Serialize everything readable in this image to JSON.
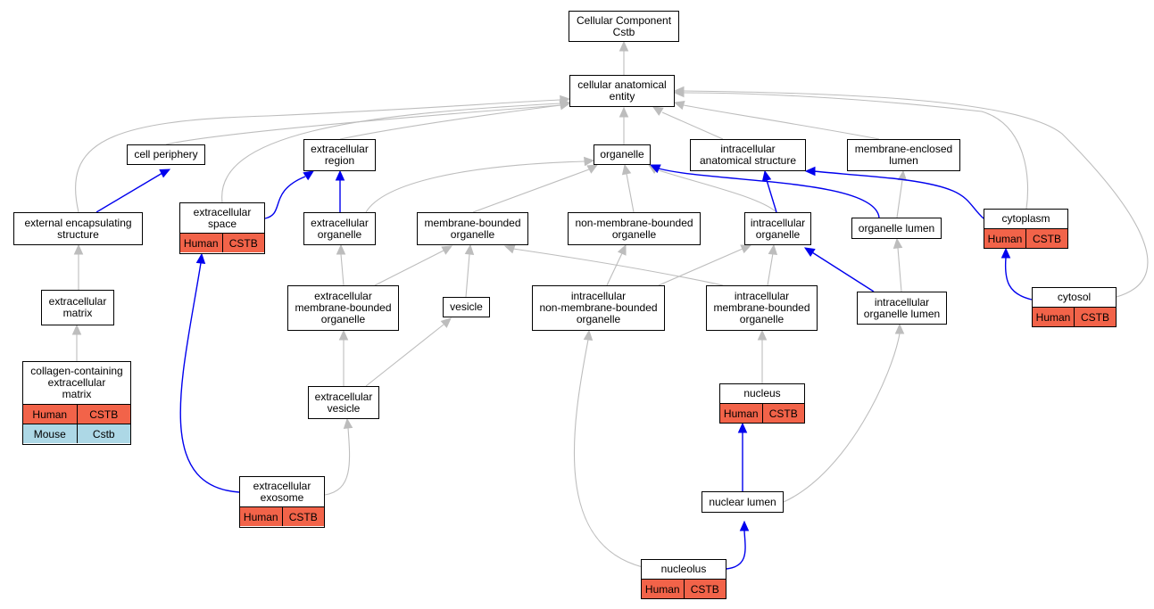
{
  "colors": {
    "human": "#f26349",
    "mouse": "#add8e6",
    "edge_gray": "#bdbdbd",
    "edge_blue": "#0000ee"
  },
  "nodes": {
    "root": {
      "label": "Cellular Component\nCstb"
    },
    "cae": {
      "label": "cellular anatomical\nentity"
    },
    "cell_periphery": {
      "label": "cell periphery"
    },
    "extracellular_region": {
      "label": "extracellular\nregion"
    },
    "organelle": {
      "label": "organelle"
    },
    "ias": {
      "label": "intracellular\nanatomical structure"
    },
    "mel": {
      "label": "membrane-enclosed\nlumen"
    },
    "ees": {
      "label": "external encapsulating\nstructure"
    },
    "ext_space": {
      "label": "extracellular\nspace",
      "annotations": [
        {
          "species": "Human",
          "gene": "CSTB"
        }
      ]
    },
    "ext_organelle": {
      "label": "extracellular\norganelle"
    },
    "mbo": {
      "label": "membrane-bounded\norganelle"
    },
    "nmbo": {
      "label": "non-membrane-bounded\norganelle"
    },
    "intra_organelle": {
      "label": "intracellular\norganelle"
    },
    "organelle_lumen": {
      "label": "organelle lumen"
    },
    "cytoplasm": {
      "label": "cytoplasm",
      "annotations": [
        {
          "species": "Human",
          "gene": "CSTB"
        }
      ]
    },
    "ecm": {
      "label": "extracellular\nmatrix"
    },
    "embo": {
      "label": "extracellular\nmembrane-bounded\norganelle"
    },
    "vesicle": {
      "label": "vesicle"
    },
    "inmbo": {
      "label": "intracellular\nnon-membrane-bounded\norganelle"
    },
    "imbo": {
      "label": "intracellular\nmembrane-bounded\norganelle"
    },
    "iol": {
      "label": "intracellular\norganelle lumen"
    },
    "cytosol": {
      "label": "cytosol",
      "annotations": [
        {
          "species": "Human",
          "gene": "CSTB"
        }
      ]
    },
    "ccecm": {
      "label": "collagen-containing\nextracellular\nmatrix",
      "annotations": [
        {
          "species": "Human",
          "gene": "CSTB"
        },
        {
          "species": "Mouse",
          "gene": "Cstb"
        }
      ]
    },
    "ext_vesicle": {
      "label": "extracellular\nvesicle"
    },
    "nucleus": {
      "label": "nucleus",
      "annotations": [
        {
          "species": "Human",
          "gene": "CSTB"
        }
      ]
    },
    "exosome": {
      "label": "extracellular\nexosome",
      "annotations": [
        {
          "species": "Human",
          "gene": "CSTB"
        }
      ]
    },
    "nuclear_lumen": {
      "label": "nuclear lumen"
    },
    "nucleolus": {
      "label": "nucleolus",
      "annotations": [
        {
          "species": "Human",
          "gene": "CSTB"
        }
      ]
    }
  }
}
